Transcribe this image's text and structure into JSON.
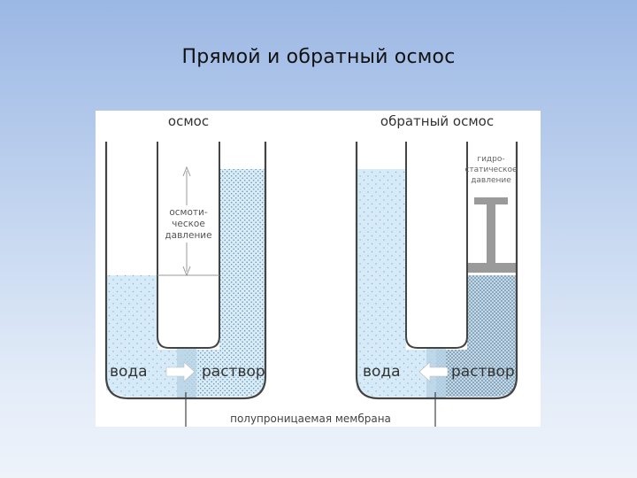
{
  "slide": {
    "title": "Прямой и обратный осмос"
  },
  "diagram": {
    "left": {
      "heading": "осмос",
      "pressure_label_lines": [
        "осмоти-",
        "ческое",
        "давление"
      ],
      "water_label": "вода",
      "solution_label": "раствор"
    },
    "right": {
      "heading": "обратный осмос",
      "pressure_label_lines": [
        "гидро-",
        "статическое",
        "давление"
      ],
      "water_label": "вода",
      "solution_label": "раствор"
    },
    "membrane_label": "полупроницаемая мембрана",
    "colors": {
      "water": "#cfe6f5",
      "water_dots": "#6fa3c8",
      "solution_dots": "#5a7d9a",
      "tube_outline": "#444444",
      "piston": "#9a9a9a"
    }
  }
}
